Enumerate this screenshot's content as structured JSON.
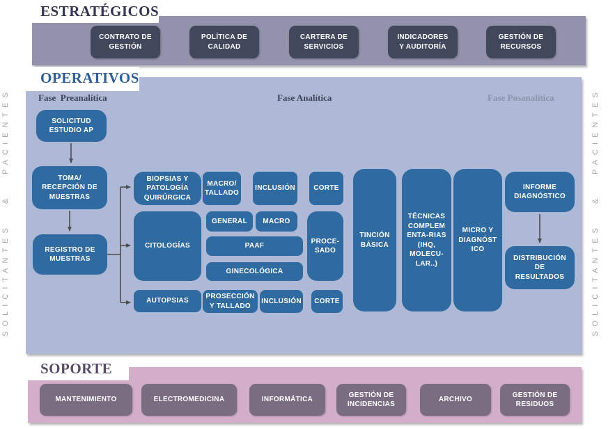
{
  "estrategicos": {
    "title": "ESTRATÉGICOS",
    "boxes": [
      "CONTRATO DE\nGESTIÓN",
      "POLÍTICA DE\nCALIDAD",
      "CARTERA DE\nSERVICIOS",
      "INDICADORES\nY AUDITORÍA",
      "GESTIÓN DE\nRECURSOS"
    ]
  },
  "operativos": {
    "title": "OPERATIVOS",
    "phase_labels": {
      "pre": "Fase  Preanalítica",
      "ana": "Fase Analítica",
      "post": "Fase Posanalítica"
    },
    "preanalytic": {
      "solicitud": "SOLICITUD\nESTUDIO AP",
      "toma": "TOMA/\nRECEPCIÓN DE\nMUESTRAS",
      "registro": "REGISTRO DE\nMUESTRAS"
    },
    "biopsias_row": {
      "biopsias": "BIOPSIAS Y\nPATOLOGÍA\nQUIRÚRGICA",
      "macro_tallado": "MACRO/\nTALLADO",
      "inclusion": "INCLUSIÓN",
      "corte": "CORTE"
    },
    "citologias_group": {
      "citologias": "CITOLOGÍAS",
      "general": "GENERAL",
      "macro": "MACRO",
      "paaf": "PAAF",
      "ginecologica": "GINECOLÓGICA"
    },
    "autopsias_row": {
      "autopsias": "AUTOPSIAS",
      "proseccion": "PROSECCIÓN\nY TALLADO",
      "inclusion": "INCLUSIÓN",
      "corte": "CORTE"
    },
    "procesado": "PROCE-\nSADO",
    "stages": {
      "tincion": "TINCIÓN\nBÁSICA",
      "tecnicas": "TÉCNICAS\nCOMPLEM\nENTA-RIAS\n(IHQ,\nMOLECU-\nLAR..)",
      "micro": "MICRO Y\nDIAGNÓST\nICO"
    },
    "postanalytic": {
      "informe": "INFORME\nDIAGNÓSTICO",
      "distribucion": "DISTRIBUCIÓN\nDE\nRESULTADOS"
    }
  },
  "soporte": {
    "title": "SOPORTE",
    "boxes": [
      "MANTENIMIENTO",
      "ELECTROMEDICINA",
      "INFORMÁTICA",
      "GESTIÓN DE\nINCIDENCIAS",
      "ARCHIVO",
      "GESTIÓN DE\nRESIDUOS"
    ]
  },
  "side_labels": {
    "left": "SOLICITANTES & PACIENTES",
    "right": "SOLICITANTES & PACIENTES"
  },
  "colors": {
    "strategic_band": "#9391ab",
    "strategic_box": "#42485c",
    "operative_band": "#aeb9d7",
    "process_box": "#2f6aa0",
    "support_band": "#d2aec9",
    "support_box": "#7a6c81",
    "arrow": "#4d4d4d",
    "side_text": "#a6a6a6"
  }
}
